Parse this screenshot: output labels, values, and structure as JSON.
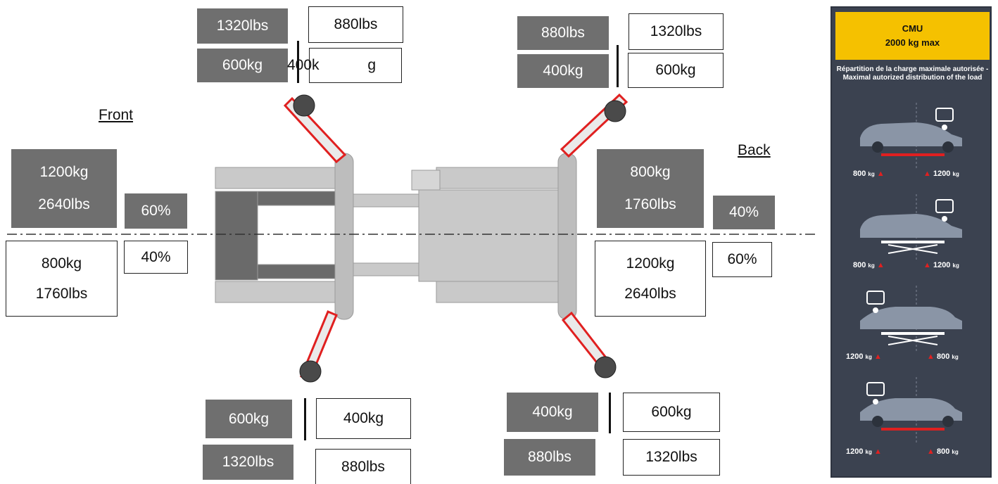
{
  "labels": {
    "front": "Front",
    "back": "Back"
  },
  "front": {
    "top_dark": {
      "kg": "1200kg",
      "lbs": "2640lbs"
    },
    "top_pct": "60%",
    "bottom_light": {
      "kg": "800kg",
      "lbs": "1760lbs"
    },
    "bottom_pct": "40%"
  },
  "back": {
    "top_dark": {
      "kg": "800kg",
      "lbs": "1760lbs"
    },
    "top_pct": "40%",
    "bottom_light": {
      "kg": "1200kg",
      "lbs": "2640lbs"
    },
    "bottom_pct": "60%"
  },
  "arm_front_top": {
    "dark_lbs": "1320lbs",
    "light_lbs": "880lbs",
    "dark_kg": "600kg",
    "light_kg": "400k",
    "light_kg_tail": "g"
  },
  "arm_back_top": {
    "dark_lbs": "880lbs",
    "light_lbs": "1320lbs",
    "dark_kg": "400kg",
    "light_kg": "600kg"
  },
  "arm_front_bottom": {
    "dark_kg": "600kg",
    "light_kg": "400kg",
    "dark_lbs": "1320lbs",
    "light_lbs": "880lbs"
  },
  "arm_back_bottom": {
    "dark_kg": "400kg",
    "light_kg": "600kg",
    "dark_lbs": "880lbs",
    "light_lbs": "1320lbs"
  },
  "panel": {
    "title": "CMU",
    "subtitle": "2000 kg max",
    "description": "Répartition de la charge maximale autorisée - Maximal autorized distribution of the load",
    "unit": "kg",
    "scenes": [
      {
        "left": "800",
        "right": "1200"
      },
      {
        "left": "800",
        "right": "1200"
      },
      {
        "left": "1200",
        "right": "800"
      },
      {
        "left": "1200",
        "right": "800"
      }
    ]
  },
  "colors": {
    "dark_box": "#6f6f6f",
    "arm_red": "#e02020",
    "panel_bg": "#3b4250",
    "panel_head": "#f5c100",
    "lift_gray": "#c8c8c8"
  }
}
